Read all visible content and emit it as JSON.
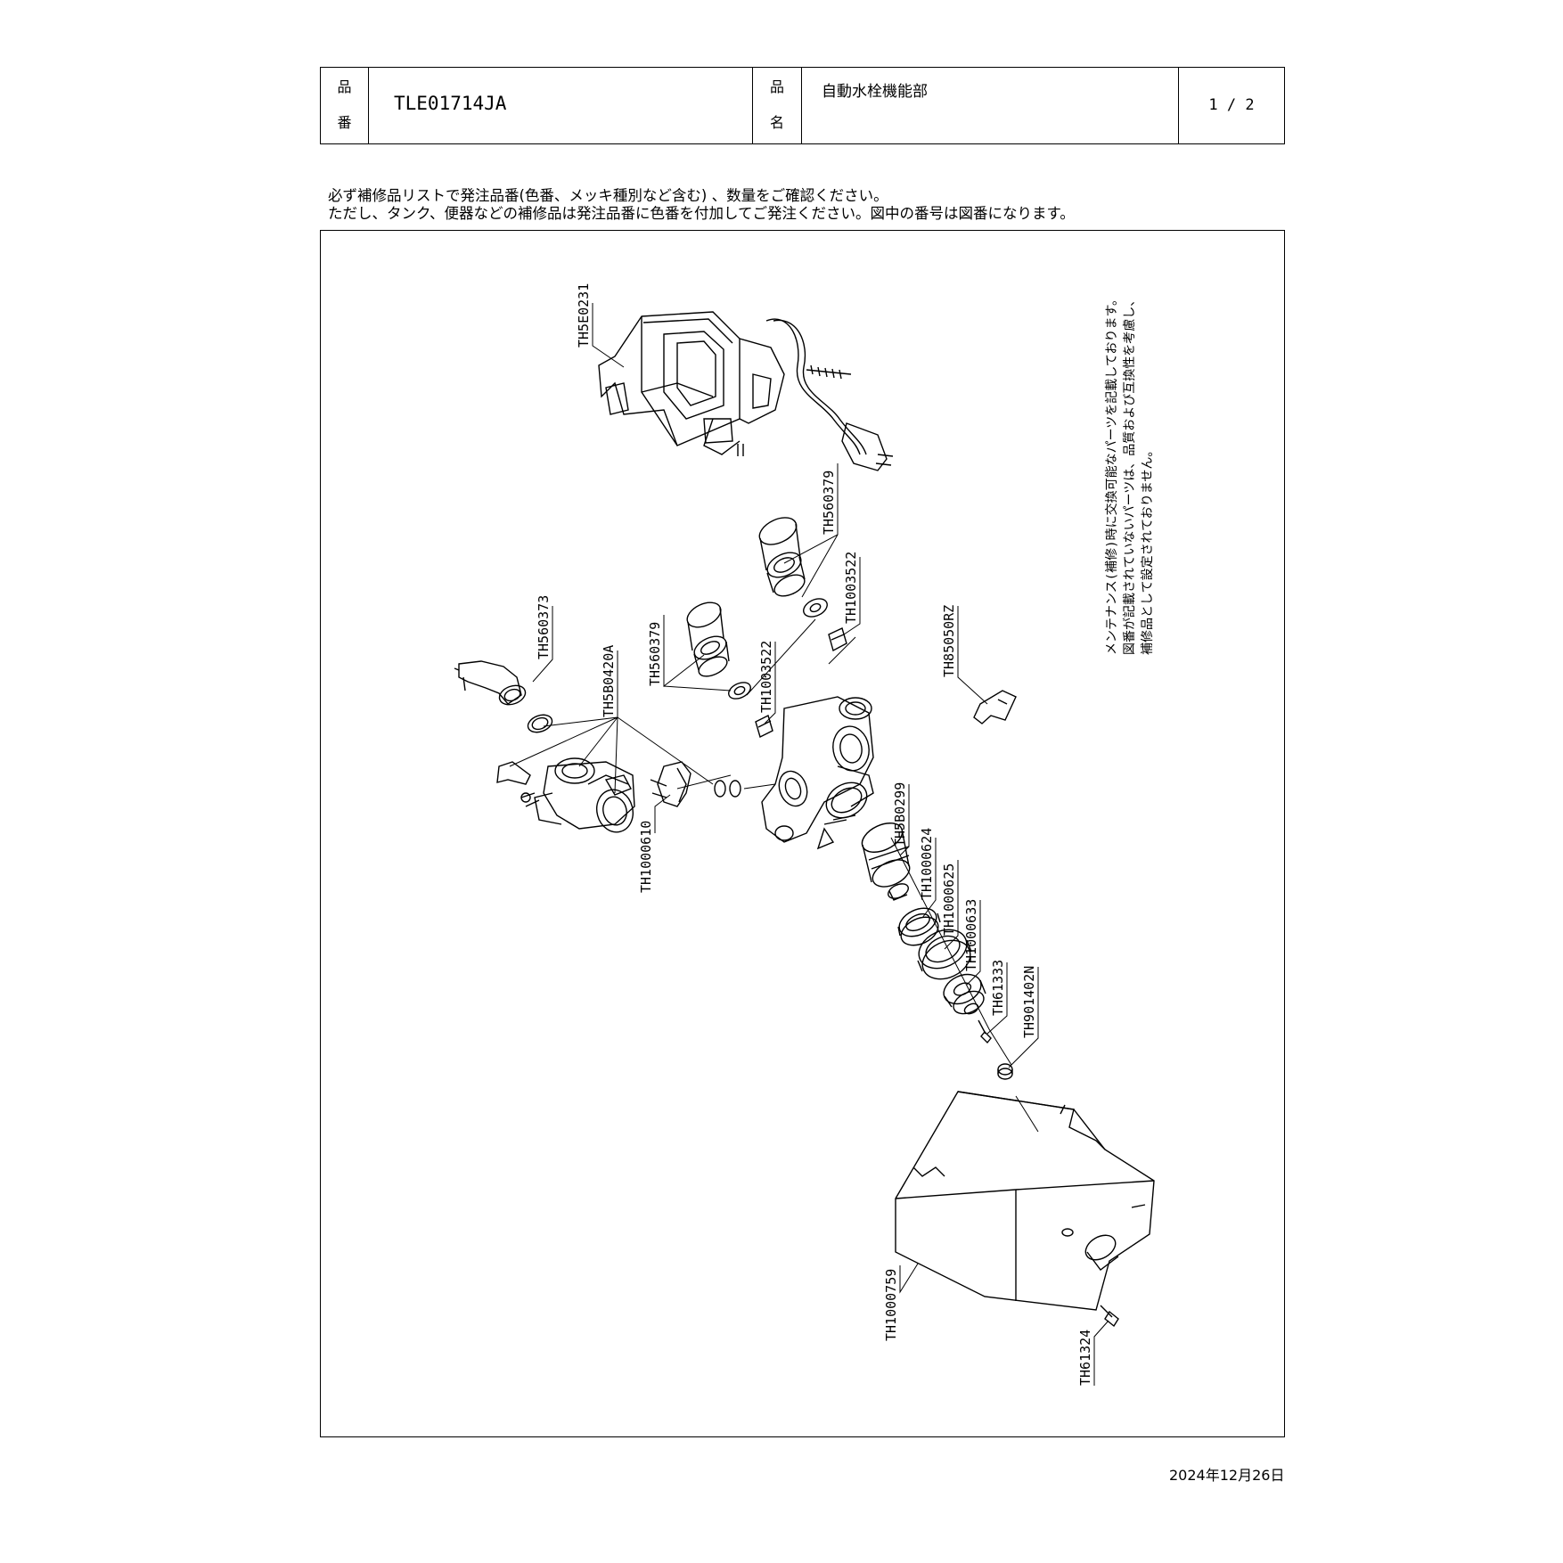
{
  "header": {
    "part_number_label": [
      "品",
      "番"
    ],
    "part_number": "TLE01714JA",
    "part_name_label": [
      "品",
      "名"
    ],
    "part_name": "自動水栓機能部",
    "page": "1 / 2"
  },
  "notice": {
    "line1": "必ず補修品リストで発注品番(色番、メッキ種別など含む) 、数量をご確認ください。",
    "line2": "ただし、タンク、便器などの補修品は発注品番に色番を付加してご発注ください。図中の番号は図番になります。"
  },
  "maintenance_note": {
    "line1": "メンテナンス(補修)時に交換可能なパーツを記載しております。",
    "line2": "図番が記載されていないパーツは、品質および互換性を考慮し、",
    "line3": "補修品として設定されておりません。"
  },
  "parts": [
    "TH5E0231",
    "TH560379",
    "TH1003522",
    "TH560373",
    "TH5B0420A",
    "TH560379",
    "TH1003522",
    "TH85050RZ",
    "TH1000610",
    "TH5B0299",
    "TH1000624",
    "TH1000625",
    "TH1000633",
    "TH61333",
    "TH901402N",
    "TH1000759",
    "TH61324"
  ],
  "date": "2024年12月26日"
}
